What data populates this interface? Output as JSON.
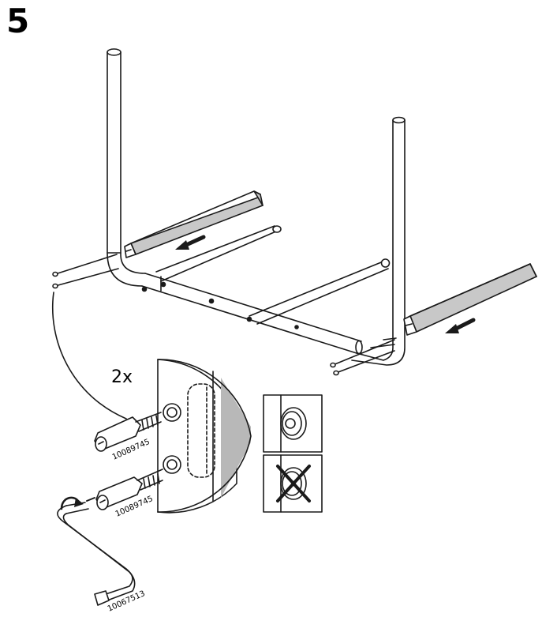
{
  "step": {
    "number": "5"
  },
  "detail": {
    "quantity": "2x"
  },
  "parts": {
    "bolt_upper_code": "10089745",
    "bolt_lower_code": "10089745",
    "allen_key_code": "10067513"
  },
  "icons": {
    "correct": "flush-bolt-icon",
    "incorrect": "crossed-out-bolt-icon"
  },
  "colors": {
    "line": "#1a1a1a",
    "rail_fill": "#c8c8c8",
    "panel_fill": "#b8b8b8",
    "background": "#ffffff"
  }
}
